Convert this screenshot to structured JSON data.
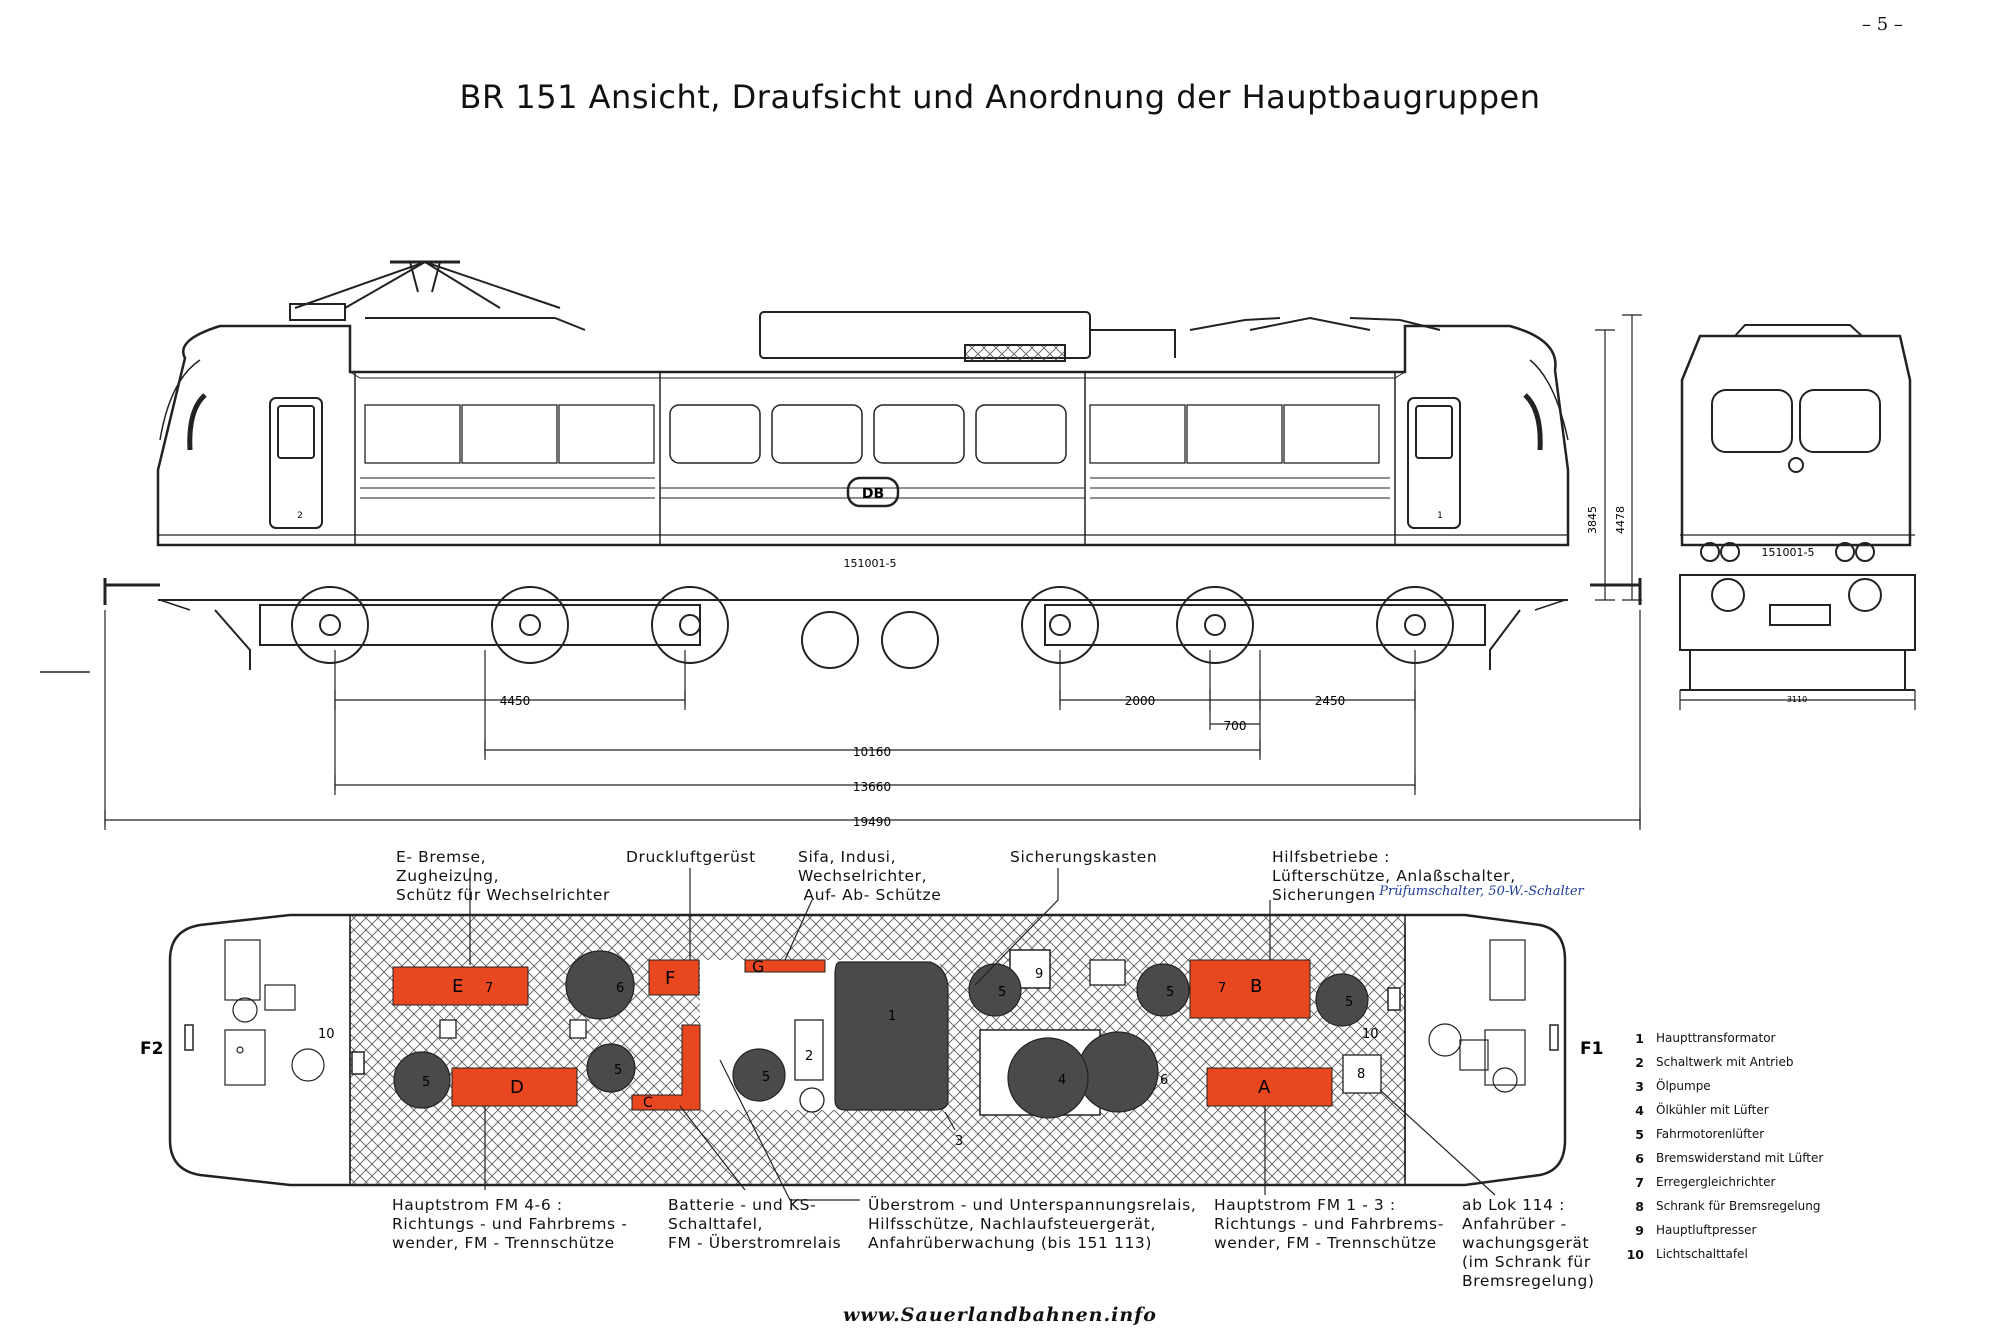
{
  "page_number": "– 5 –",
  "title": "BR 151   Ansicht, Draufsicht und Anordnung der Hauptbaugruppen",
  "side_view": {
    "loco_number": "151001-5",
    "door_left": "2",
    "door_right": "1",
    "logo": "DB",
    "dims": {
      "d4450": "4450",
      "d2000": "2000",
      "d2450": "2450",
      "d700": "700",
      "d10160": "10160",
      "d13660": "13660",
      "d19490": "19490",
      "h3845": "3845",
      "h4478": "4478"
    }
  },
  "front_view": {
    "loco_number": "151001-5",
    "width_dim": "3110"
  },
  "plan_view": {
    "end_left": "F2",
    "end_right": "F1",
    "groups": {
      "E": "E",
      "D": "D",
      "F": "F",
      "G": "G",
      "C": "C",
      "B": "B",
      "A": "A"
    },
    "numbers": {
      "n1": "1",
      "n2": "2",
      "n3": "3",
      "n4": "4",
      "n5a": "5",
      "n5b": "5",
      "n5c": "5",
      "n5d": "5",
      "n5e": "5",
      "n5f": "5",
      "n6a": "6",
      "n6b": "6",
      "n7a": "7",
      "n7b": "7",
      "n8": "8",
      "n9": "9",
      "n10a": "10",
      "n10b": "10"
    },
    "colors": {
      "group_fill": "#e8471f",
      "machine_fill": "#4a4a4a"
    }
  },
  "callouts": {
    "top_e": "E- Bremse,\nZugheizung,\nSchütz für Wechselrichter",
    "top_f": "Druckluftgerüst",
    "top_g": "Sifa, Indusi,\nWechselrichter,\n Auf- Ab- Schütze",
    "top_fuse": "Sicherungskasten",
    "top_b": "Hilfsbetriebe :\nLüfterschütze, Anlaßschalter,\nSicherungen",
    "top_b_handwritten": ", Prüfumschalter, 50-W.-Schalter",
    "bottom_d": "Hauptstrom FM 4-6 :\nRichtungs - und Fahrbrems -\nwender, FM - Trennschütze",
    "bottom_c": "Batterie - und KS-\nSchalttafel,\nFM - Überstromrelais",
    "bottom_mid": "Überstrom - und Unterspannungsrelais,\nHilfsschütze, Nachlaufsteuergerät,\nAnfahrüberwachung (bis 151 113)",
    "bottom_a": "Hauptstrom FM 1 - 3 :\nRichtungs - und Fahrbrems-\nwender, FM - Trennschütze",
    "bottom_8": "ab Lok 114 :\nAnfahrüber -\nwachungsgerät\n(im Schrank für\nBremsregelung)"
  },
  "legend": [
    {
      "num": "1",
      "text": "Haupttransformator"
    },
    {
      "num": "2",
      "text": "Schaltwerk mit Antrieb"
    },
    {
      "num": "3",
      "text": "Ölpumpe"
    },
    {
      "num": "4",
      "text": "Ölkühler mit Lüfter"
    },
    {
      "num": "5",
      "text": "Fahrmotorenlüfter"
    },
    {
      "num": "6",
      "text": "Bremswiderstand mit Lüfter"
    },
    {
      "num": "7",
      "text": "Erregergleichrichter"
    },
    {
      "num": "8",
      "text": "Schrank für Bremsregelung"
    },
    {
      "num": "9",
      "text": "Hauptluftpresser"
    },
    {
      "num": "10",
      "text": "Lichtschalttafel"
    }
  ],
  "footer": "www.Sauerlandbahnen.info"
}
